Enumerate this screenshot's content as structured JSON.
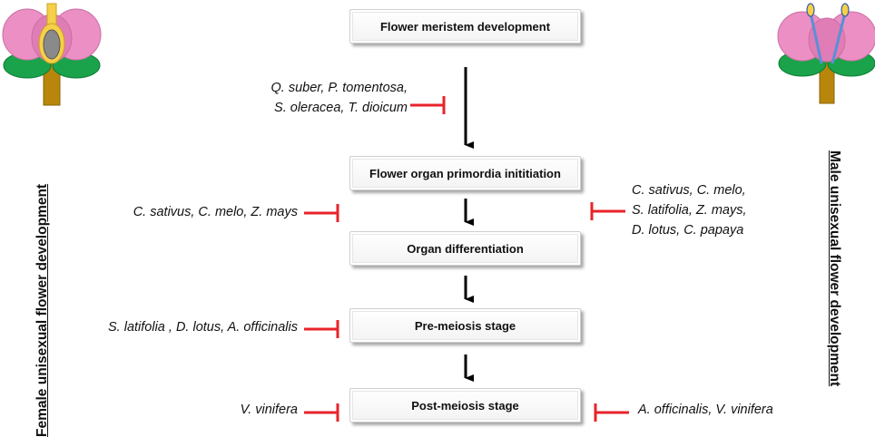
{
  "stages": [
    "Flower meristem development",
    "Flower organ primordia inititiation",
    "Organ differentiation",
    "Pre-meiosis stage",
    "Post-meiosis stage"
  ],
  "female": {
    "label": "Female unisexual flower development",
    "groups": [
      [
        "Q. suber, P. tomentosa,",
        "S. oleracea, T. dioicum"
      ],
      [
        "C. sativus, C. melo, Z. mays"
      ],
      [
        "S. latifolia , D. lotus, A. officinalis"
      ],
      [
        "V. vinifera"
      ]
    ]
  },
  "male": {
    "label": "Male unisexual flower development",
    "groups": [
      [
        "C. sativus, C. melo,",
        "S. latifolia, Z. mays,",
        "D. lotus, C. papaya"
      ],
      [
        "A. officinalis, V. vinifera"
      ]
    ]
  },
  "colors": {
    "inhibition": "#e8232a",
    "arrow": "#000000",
    "petal": "#ec8fc4",
    "leaf": "#1aa34a",
    "stem": "#b8860b",
    "pistil": "#f5d048",
    "anther_filament": "#5b8fd6"
  },
  "icons": [
    "female-flower-icon",
    "male-flower-icon"
  ]
}
